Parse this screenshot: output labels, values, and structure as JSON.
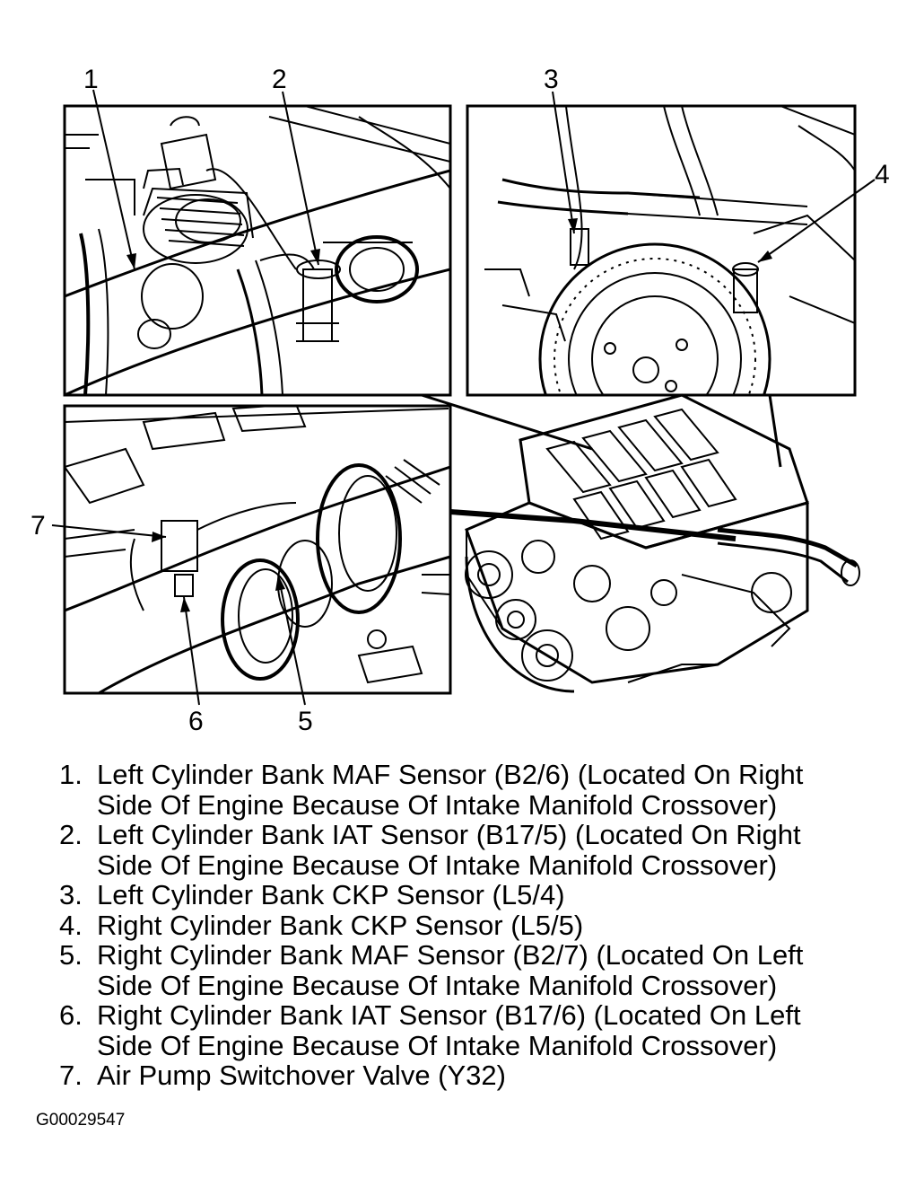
{
  "callouts": {
    "c1": "1",
    "c2": "2",
    "c3": "3",
    "c4": "4",
    "c5": "5",
    "c6": "6",
    "c7": "7"
  },
  "legend": [
    {
      "num": "1.",
      "line1": "Left Cylinder Bank MAF Sensor (B2/6) (Located On Right",
      "line2": "Side Of Engine Because Of Intake Manifold Crossover)"
    },
    {
      "num": "2.",
      "line1": "Left Cylinder Bank IAT Sensor (B17/5) (Located On Right",
      "line2": "Side Of Engine Because Of Intake Manifold Crossover)"
    },
    {
      "num": "3.",
      "line1": "Left Cylinder Bank CKP Sensor (L5/4)",
      "line2": ""
    },
    {
      "num": "4.",
      "line1": "Right Cylinder Bank CKP Sensor (L5/5)",
      "line2": ""
    },
    {
      "num": "5.",
      "line1": "Right Cylinder Bank MAF Sensor (B2/7) (Located On Left",
      "line2": "Side Of Engine Because Of Intake Manifold Crossover)"
    },
    {
      "num": "6.",
      "line1": "Right Cylinder Bank IAT Sensor (B17/6) (Located On Left",
      "line2": "Side Of Engine Because Of Intake Manifold Crossover)"
    },
    {
      "num": "7.",
      "line1": "Air Pump Switchover Valve (Y32)",
      "line2": ""
    }
  ],
  "figure_id": "G00029547"
}
